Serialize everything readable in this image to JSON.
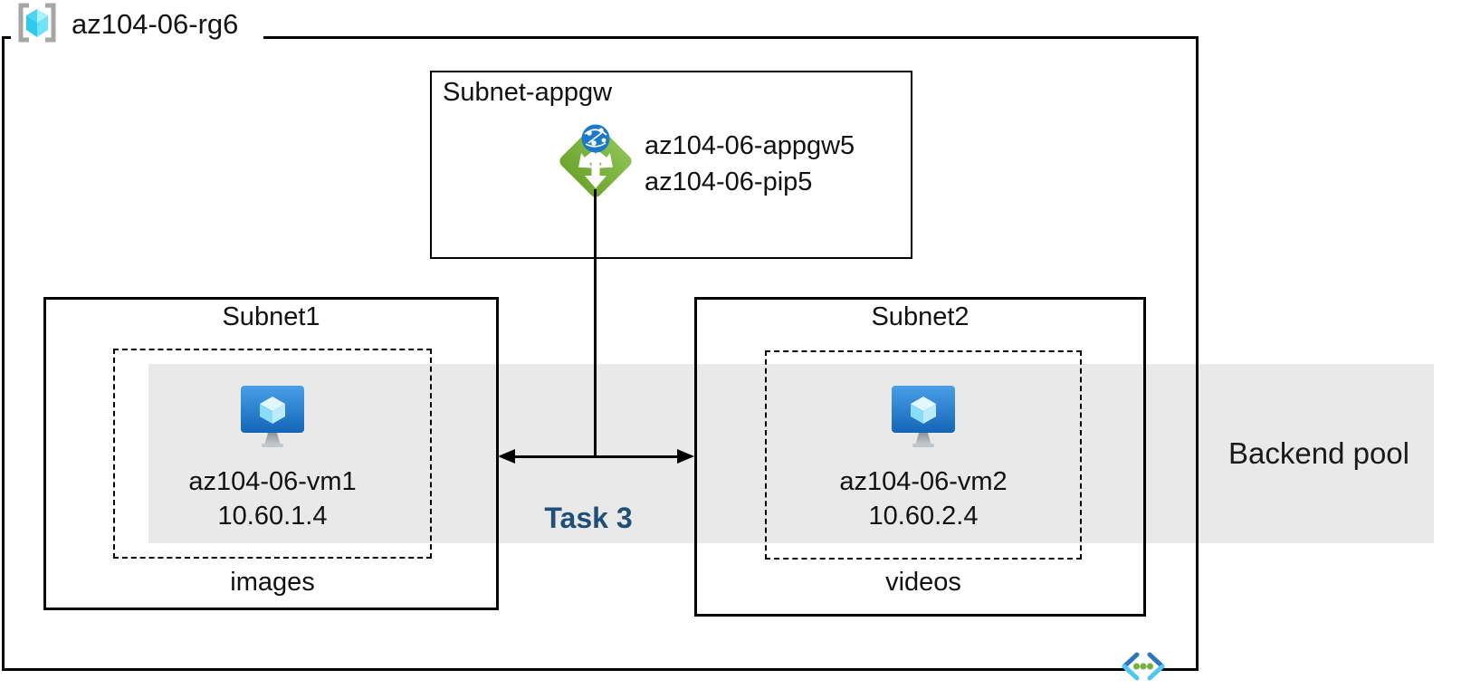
{
  "resource_group": {
    "label": "az104-06-rg6"
  },
  "appgw_subnet": {
    "title": "Subnet-appgw",
    "gateway_name": "az104-06-appgw5",
    "public_ip_name": "az104-06-pip5"
  },
  "subnet1": {
    "title": "Subnet1",
    "vm_name": "az104-06-vm1",
    "vm_ip": "10.60.1.4",
    "caption": "images"
  },
  "subnet2": {
    "title": "Subnet2",
    "vm_name": "az104-06-vm2",
    "vm_ip": "10.60.2.4",
    "caption": "videos"
  },
  "annotations": {
    "task": "Task 3",
    "backend_pool": "Backend pool"
  },
  "icons": {
    "resource_group": "resource-group-icon (cyan cube in gray brackets)",
    "application_gateway": "application-gateway-icon (green diamond, white arrows, blue globe)",
    "virtual_machine": "virtual-machine-icon (blue monitor with cyan cube)",
    "virtual_network": "virtual-network-icon (blue chevrons with green dots)"
  },
  "colors": {
    "backend_band": "#E9E9E9",
    "task_label": "#1F4E79",
    "appgw_green": "#7DB342",
    "globe_blue": "#1B79C7",
    "vm_screen_top": "#4A9FE8",
    "vm_screen_bottom": "#1266B6",
    "cube_cyan": "#53D6F4",
    "vnet_blue": "#2E76BC",
    "vnet_cyan": "#4FC7F2",
    "vnet_dot_green": "#76B144",
    "bracket_gray": "#A6A6A6"
  }
}
